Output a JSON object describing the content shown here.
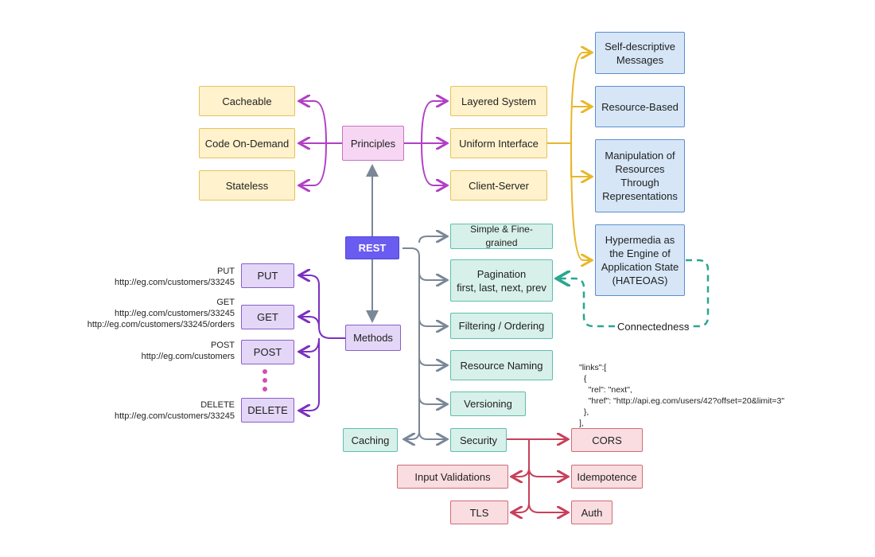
{
  "nodes": {
    "rest": "REST",
    "principles": "Principles",
    "methods": "Methods",
    "cacheable": "Cacheable",
    "code_on_demand": "Code On-Demand",
    "stateless": "Stateless",
    "layered_system": "Layered System",
    "uniform_interface": "Uniform Interface",
    "client_server": "Client-Server",
    "self_descriptive": [
      "Self-descriptive",
      "Messages"
    ],
    "resource_based": "Resource-Based",
    "manipulation": [
      "Manipulation of",
      "Resources",
      "Through",
      "Representations"
    ],
    "hateoas": [
      "Hypermedia as",
      "the Engine of",
      "Application State",
      "(HATEOAS)"
    ],
    "simple_fine": "Simple & Fine-grained",
    "pagination": [
      "Pagination",
      "first, last, next, prev"
    ],
    "filtering": "Filtering / Ordering",
    "resource_naming": "Resource Naming",
    "versioning": "Versioning",
    "security": "Security",
    "caching": "Caching",
    "put": "PUT",
    "get": "GET",
    "post": "POST",
    "delete": "DELETE",
    "cors": "CORS",
    "idempotence": "Idempotence",
    "auth": "Auth",
    "input_validations": "Input Validations",
    "tls": "TLS"
  },
  "method_examples": {
    "put": [
      "PUT",
      "http://eg.com/customers/33245"
    ],
    "get": [
      "GET",
      "http://eg.com/customers/33245",
      "http://eg.com/customers/33245/orders"
    ],
    "post": [
      "POST",
      "http://eg.com/customers"
    ],
    "delete": [
      "DELETE",
      "http://eg.com/customers/33245"
    ]
  },
  "connectedness_label": "Connectedness",
  "links_example": [
    "\"links\":[",
    "  {",
    "    \"rel\": \"next\",",
    "    \"href\": \"http://api.eg.com/users/42?offset=20&limit=3\"",
    "  },",
    "],"
  ],
  "colors": {
    "principles_branch": "#b23fc5",
    "uniform_branch": "#e8b72a",
    "rest_branch": "#7a8797",
    "methods_branch": "#7b2fc0",
    "security_branch": "#c8405a",
    "connectedness": "#2aa68f",
    "rest_fill": "#6a5cf0",
    "ellipsis_dots": "#d050b0"
  }
}
